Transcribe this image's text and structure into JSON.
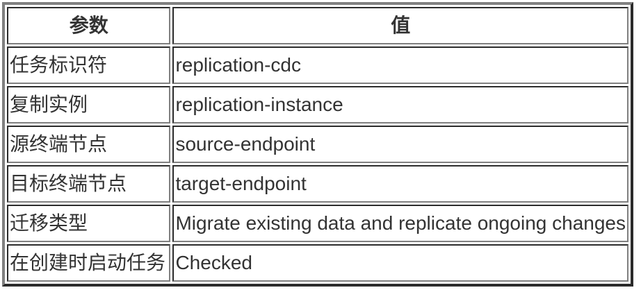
{
  "table": {
    "columns": [
      {
        "label": "参数"
      },
      {
        "label": "值"
      }
    ],
    "rows": [
      {
        "param": "任务标识符",
        "value": "replication-cdc"
      },
      {
        "param": "复制实例",
        "value": "replication-instance"
      },
      {
        "param": "源终端节点",
        "value": "source-endpoint"
      },
      {
        "param": "目标终端节点",
        "value": "target-endpoint"
      },
      {
        "param": "迁移类型",
        "value": "Migrate existing data and replicate ongoing changes"
      },
      {
        "param": "在创建时启动任务",
        "value": "Checked"
      }
    ]
  },
  "colors": {
    "border_light": "#808080",
    "border_dark": "#2b2b2b",
    "text": "#333333",
    "background": "#ffffff"
  }
}
